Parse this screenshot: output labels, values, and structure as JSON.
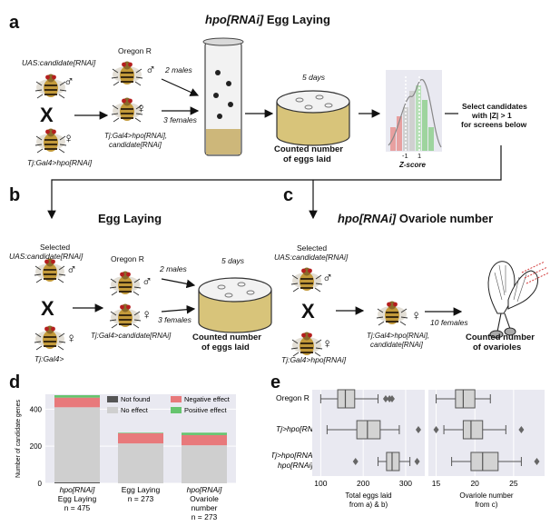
{
  "panel_a": {
    "letter": "a",
    "title_italic": "hpo[RNAi]",
    "title_rest": " Egg Laying",
    "uas_label": "UAS:candidate[RNAi]",
    "tj_label": "Tj:Gal4>hpo[RNAi]",
    "cross": "X",
    "oregon": "Oregon R",
    "males": "2 males",
    "females": "3 females",
    "progeny_line1": "Tj:Gal4>hpo[RNAi],",
    "progeny_line2": "candidate[RNAi]",
    "days": "5 days",
    "counted_line1": "Counted number",
    "counted_line2": "of eggs laid",
    "z_tick_neg": "-1",
    "z_tick_pos": "1",
    "zscore": "Z-score",
    "select_line1": "Select candidates",
    "select_line2": "with |Z| > 1",
    "select_line3": "for screens below"
  },
  "panel_b": {
    "letter": "b",
    "title": "Egg Laying",
    "selected": "Selected",
    "uas_label": "UAS:candidate[RNAi]",
    "cross": "X",
    "tj_label": "Tj:Gal4>",
    "oregon": "Oregon R",
    "males": "2 males",
    "females": "3 females",
    "progeny": "Tj:Gal4>candidate[RNAi]",
    "days": "5 days",
    "counted_line1": "Counted number",
    "counted_line2": "of eggs laid"
  },
  "panel_c": {
    "letter": "c",
    "title_italic": "hpo[RNAi]",
    "title_rest": " Ovariole number",
    "selected": "Selected",
    "uas_label": "UAS:candidate[RNAi]",
    "cross": "X",
    "tj_label": "Tj:Gal4>hpo[RNAi]",
    "progeny_line1": "Tj:Gal4>hpo[RNAi],",
    "progeny_line2": "candidate[RNAi]",
    "females": "10 females",
    "counted_line1": "Counted number",
    "counted_line2": "of ovarioles"
  },
  "panel_d": {
    "letter": "d",
    "ylabel": "Number of candidate genes",
    "yticks": [
      "0",
      "200",
      "400"
    ],
    "legend": {
      "not_found": "Not found",
      "negative": "Negative effect",
      "no_effect": "No effect",
      "positive": "Positive effect"
    },
    "colors": {
      "not_found": "#555555",
      "no_effect": "#cfcfcf",
      "negative": "#e8797b",
      "positive": "#66c46e",
      "bg": "#e9e9f1"
    },
    "xlabels": [
      {
        "l1": "hpo[RNAi]",
        "l2": "Egg Laying",
        "l3": "n = 475",
        "l4": ""
      },
      {
        "l1": "Egg Laying",
        "l2": "n = 273",
        "l3": "",
        "l4": ""
      },
      {
        "l1": "hpo[RNAi]",
        "l2": "Ovariole",
        "l3": "number",
        "l4": "n = 273"
      }
    ]
  },
  "panel_e": {
    "letter": "e",
    "rows": [
      "Oregon R",
      "Tj>hpo[RNAi]",
      "Tj>hpo[RNAi],",
      "hpo[RNAi]"
    ],
    "left_ticks": [
      "100",
      "200",
      "300"
    ],
    "right_ticks": [
      "15",
      "20",
      "25"
    ],
    "left_xlabel_line1": "Total eggs laid",
    "left_xlabel_line2": "from a) & b)",
    "right_xlabel_line1": "Ovariole number",
    "right_xlabel_line2": "from c)"
  },
  "chart_data": [
    {
      "type": "bar",
      "stacked": true,
      "categories": [
        "hpo[RNAi] Egg Laying n = 475",
        "Egg Laying n = 273",
        "hpo[RNAi] Ovariole number n = 273"
      ],
      "series": [
        {
          "name": "Not found",
          "values": [
            5,
            0,
            0
          ]
        },
        {
          "name": "No effect",
          "values": [
            405,
            215,
            205
          ]
        },
        {
          "name": "Negative effect",
          "values": [
            52,
            55,
            55
          ]
        },
        {
          "name": "Positive effect",
          "values": [
            13,
            3,
            13
          ]
        }
      ],
      "ylabel": "Number of candidate genes",
      "ylim": [
        0,
        480
      ],
      "grid": true,
      "legend": "top-right"
    },
    {
      "type": "box",
      "categories": [
        "Oregon R",
        "Tj>hpo[RNAi]",
        "Tj>hpo[RNAi], hpo[RNAi]"
      ],
      "xlabel": "Total eggs laid from a) & b)",
      "xlim": [
        80,
        345
      ],
      "boxes": [
        {
          "whislo": 100,
          "q1": 140,
          "med": 158,
          "q3": 180,
          "whishi": 235,
          "fliers": [
            253,
            262,
            268
          ]
        },
        {
          "whislo": 115,
          "q1": 185,
          "med": 210,
          "q3": 240,
          "whishi": 285,
          "fliers": [
            330
          ]
        },
        {
          "whislo": 235,
          "q1": 255,
          "med": 268,
          "q3": 285,
          "whishi": 310,
          "fliers": [
            182,
            327
          ]
        }
      ]
    },
    {
      "type": "box",
      "categories": [
        "Oregon R",
        "Tj>hpo[RNAi]",
        "Tj>hpo[RNAi], hpo[RNAi]"
      ],
      "xlabel": "Ovariole number from c)",
      "xlim": [
        14,
        29
      ],
      "boxes": [
        {
          "whislo": 15,
          "q1": 17.5,
          "med": 18.5,
          "q3": 20,
          "whishi": 22,
          "fliers": []
        },
        {
          "whislo": 16,
          "q1": 18.5,
          "med": 19.5,
          "q3": 21,
          "whishi": 24,
          "fliers": [
            15,
            26
          ]
        },
        {
          "whislo": 17,
          "q1": 19.5,
          "med": 21,
          "q3": 23,
          "whishi": 26,
          "fliers": [
            28
          ]
        }
      ]
    }
  ]
}
